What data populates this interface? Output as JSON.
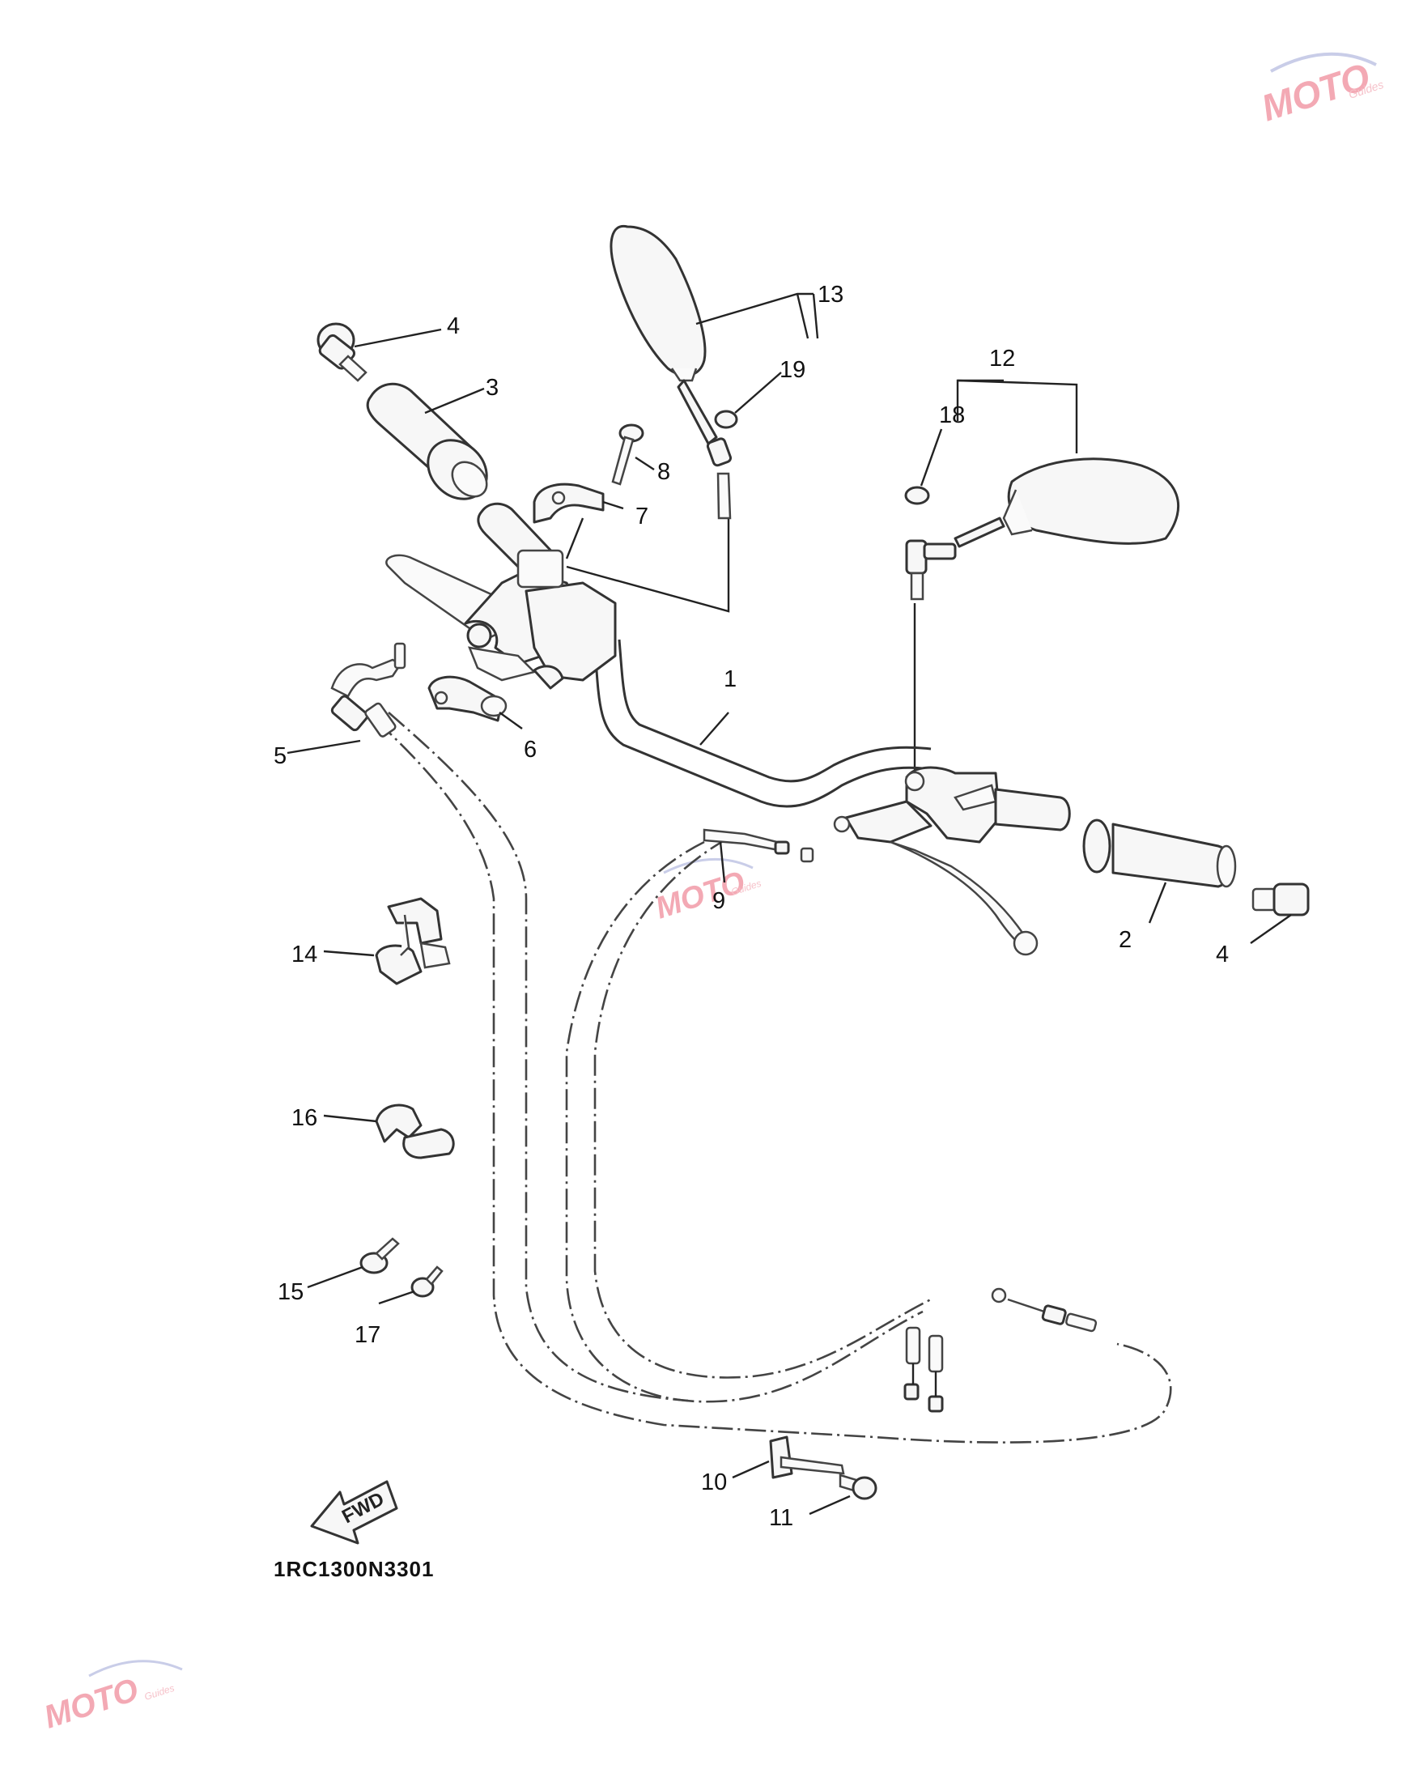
{
  "callouts": [
    {
      "id": "1",
      "label": "1"
    },
    {
      "id": "2",
      "label": "2"
    },
    {
      "id": "3",
      "label": "3"
    },
    {
      "id": "4a",
      "label": "4"
    },
    {
      "id": "4b",
      "label": "4"
    },
    {
      "id": "5",
      "label": "5"
    },
    {
      "id": "6",
      "label": "6"
    },
    {
      "id": "7",
      "label": "7"
    },
    {
      "id": "8",
      "label": "8"
    },
    {
      "id": "9",
      "label": "9"
    },
    {
      "id": "10",
      "label": "10"
    },
    {
      "id": "11",
      "label": "11"
    },
    {
      "id": "12",
      "label": "12"
    },
    {
      "id": "13",
      "label": "13"
    },
    {
      "id": "14",
      "label": "14"
    },
    {
      "id": "15",
      "label": "15"
    },
    {
      "id": "16",
      "label": "16"
    },
    {
      "id": "17",
      "label": "17"
    },
    {
      "id": "18",
      "label": "18"
    },
    {
      "id": "19",
      "label": "19"
    }
  ],
  "diagram_code": "1RC1300N3301",
  "fwd_label": "FWD",
  "watermark": {
    "brand": "MOTO",
    "sub": "Guides",
    "color": "#f3a9b4"
  }
}
